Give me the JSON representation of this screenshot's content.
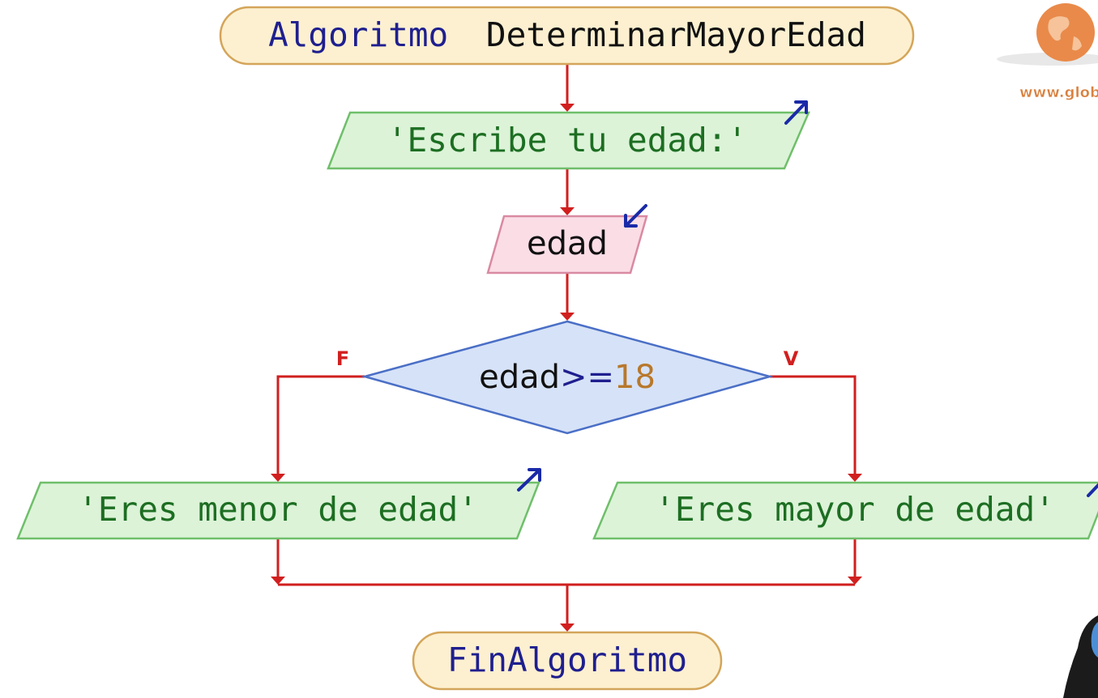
{
  "diagram": {
    "start": {
      "keyword": "Algoritmo",
      "name": "DeterminarMayorEdad"
    },
    "output_prompt": "'Escribe tu edad:'",
    "input_var": "edad",
    "condition": {
      "var": "edad",
      "op": ">=",
      "value": "18"
    },
    "false_label": "F",
    "true_label": "V",
    "output_false": "'Eres menor de edad'",
    "output_true": "'Eres mayor de edad'",
    "end": "FinAlgoritmo"
  },
  "watermark": {
    "text": "www.glob",
    "icon": "globe-icon"
  },
  "colors": {
    "terminal_fill": "#fdf0d0",
    "terminal_stroke": "#d4a55a",
    "output_fill": "#dcf3d8",
    "output_stroke": "#6fbf6a",
    "input_fill": "#fbdde6",
    "input_stroke": "#d98aa2",
    "decision_fill": "#d6e2f7",
    "decision_stroke": "#4a6fc6",
    "flow_line": "#d11f1f",
    "io_arrow": "#1a2aa8"
  }
}
